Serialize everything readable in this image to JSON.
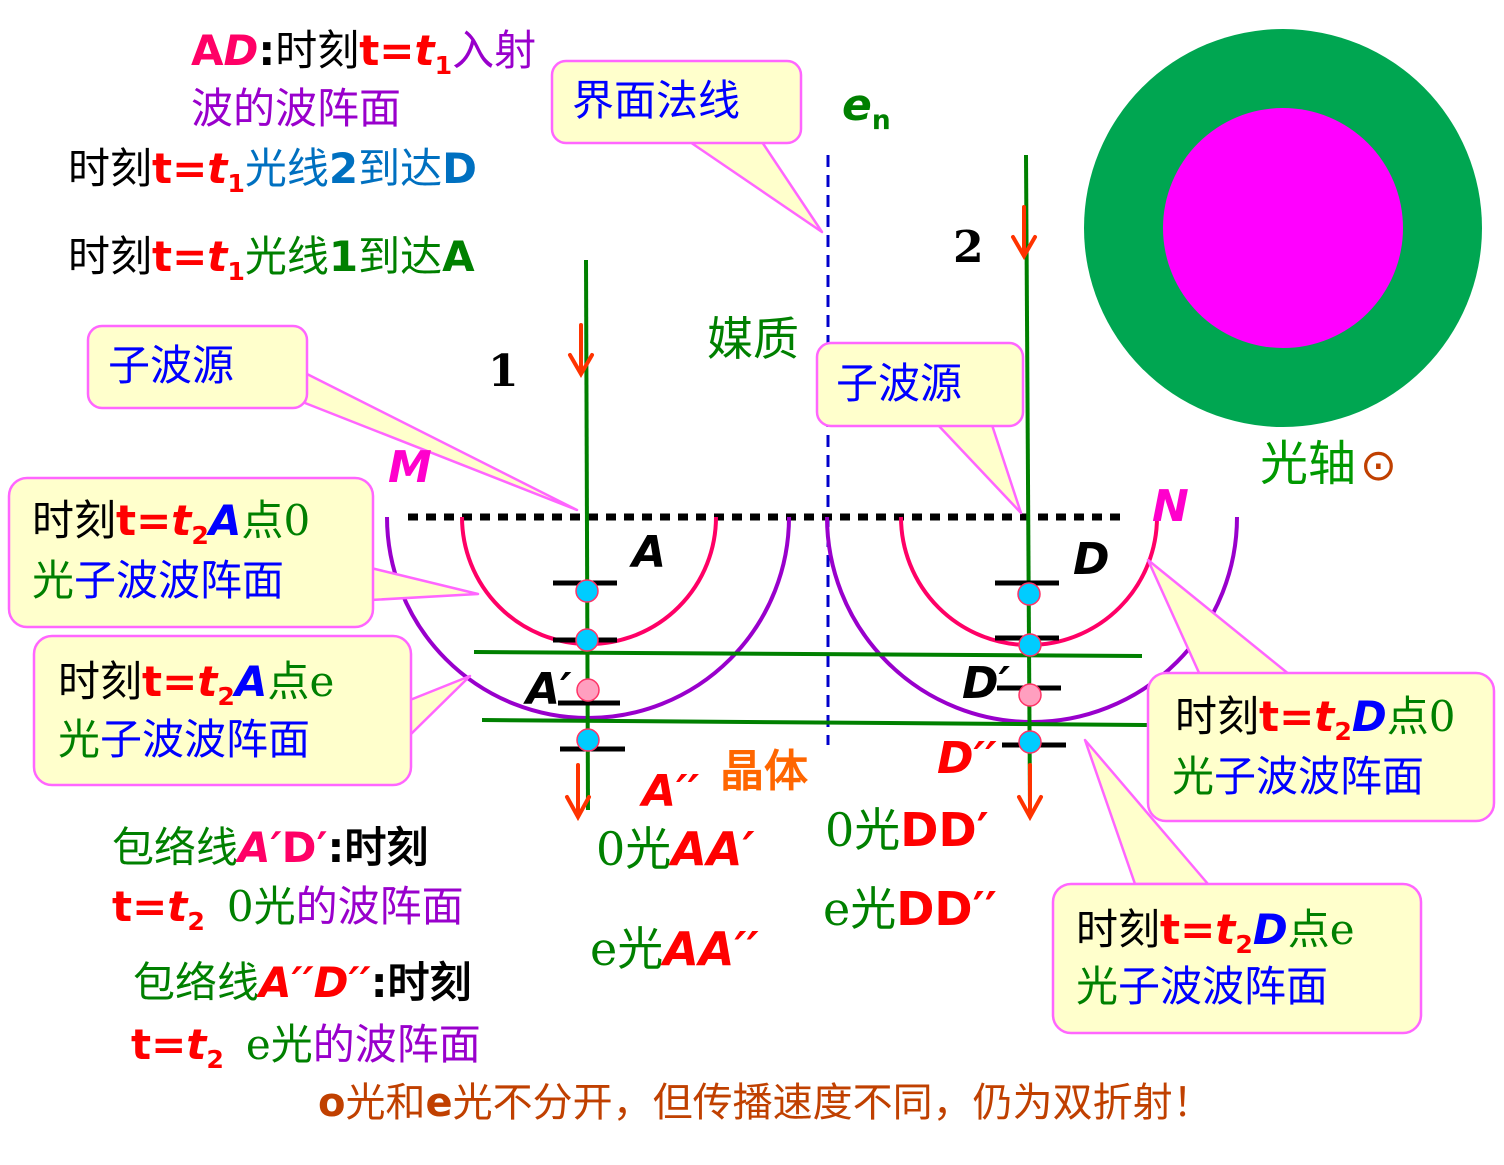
{
  "header": {
    "ad_line1": {
      "ad": "A",
      "d": "D",
      "colon": ":",
      "shike": "时刻",
      "t": "t=",
      "ti": "t",
      "sub": "1",
      "rest": "入射"
    },
    "ad_line2": "波的波阵面",
    "line_d": {
      "shike": "时刻",
      "t": "t=",
      "ti": "t",
      "sub": "1",
      "ray": "光线",
      "num": "2",
      "dao": "到达",
      "pt": "D"
    },
    "line_a": {
      "shike": "时刻",
      "t": "t=",
      "ti": "t",
      "sub": "1",
      "ray": "光线",
      "num": "1",
      "dao": "到达",
      "pt": "A"
    }
  },
  "callouts": {
    "normal": "界面法线",
    "source_left": "子波源",
    "source_right": "子波源",
    "a_o": {
      "shike": "时刻",
      "t": "t=",
      "ti": "t",
      "sub": "2",
      "pt": "A",
      "dian": "点",
      "kind": "0",
      "line2": "光子波波阵面"
    },
    "a_e": {
      "shike": "时刻",
      "t": "t=",
      "ti": "t",
      "sub": "2",
      "pt": "A",
      "dian": "点",
      "kind": "e",
      "line2": "光子波波阵面"
    },
    "d_o": {
      "shike": "时刻",
      "t": "t=",
      "ti": "t",
      "sub": "2",
      "pt": "D",
      "dian": "点",
      "kind": "0",
      "line2": "光子波波阵面"
    },
    "d_e": {
      "shike": "时刻",
      "t": "t=",
      "ti": "t",
      "sub": "2",
      "pt": "D",
      "dian": "点",
      "kind": "e",
      "line2": "光子波波阵面"
    }
  },
  "labels": {
    "e_n": "e",
    "e_n_sub": "n",
    "ray1": "1",
    "ray2": "2",
    "medium": "媒质",
    "crystal": "晶体",
    "m": "M",
    "n": "N",
    "a": "A",
    "a1": "A′",
    "a2": "A′′",
    "d": "D",
    "d1": "D′",
    "d2": "D′′",
    "optic_axis": "光轴",
    "optic_axis_symbol": "⊙"
  },
  "rays": {
    "o_aa": {
      "prefix": "0光",
      "pts": "AA′"
    },
    "e_aa": {
      "prefix": "e光",
      "pts": "AA′′"
    },
    "o_dd": {
      "prefix": "0光",
      "pts": "DD′"
    },
    "e_dd": {
      "prefix": "e光",
      "pts": "DD′′"
    }
  },
  "envelopes": {
    "o": {
      "pre": "包络线",
      "p1": "A′",
      "p2": "D′",
      "post": ":时刻",
      "t": "t=",
      "ti": "t",
      "sub": "2",
      "desc_kind": "0光",
      "desc": "的波阵面"
    },
    "e": {
      "pre": "包络线",
      "p1": "A′′",
      "p2": "D′′",
      "post": ":时刻",
      "t": "t=",
      "ti": "t",
      "sub": "2",
      "desc_kind": "e光",
      "desc": "的波阵面"
    }
  },
  "conclusion": {
    "o": "o",
    "guang1": "光和",
    "e": "e",
    "rest": "光不分开，但传播速度不同，仍为双折射！"
  },
  "colors": {
    "ray_green": "#008000",
    "arrow_red": "#ff3300",
    "o_front": "#ff0066",
    "e_front": "#9900cc",
    "normal_blue": "#0000cc",
    "callout_fill": "#ffffcc",
    "callout_border": "#ff66ff",
    "optic_outer": "#00a651",
    "optic_inner": "#ff00ff",
    "dot_cyan": "#00ccff"
  }
}
